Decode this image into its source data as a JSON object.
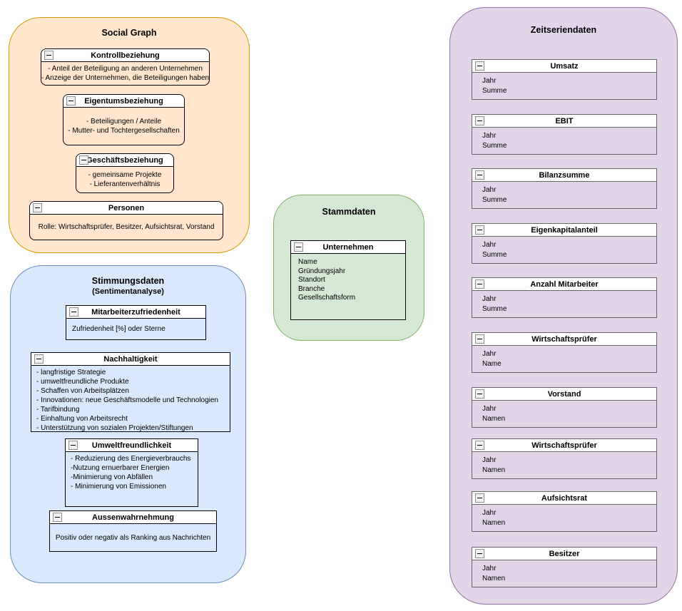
{
  "colors": {
    "social_fill": "#FFE6CC",
    "social_stroke": "#D79B00",
    "stimmung_fill": "#DAE8FC",
    "stimmung_stroke": "#6C8EBF",
    "stamm_fill": "#D5E8D4",
    "stamm_stroke": "#82B366",
    "zeit_fill": "#E1D5E7",
    "zeit_stroke": "#9673A6"
  },
  "social": {
    "title": "Social Graph",
    "kontroll": {
      "title": "Kontrollbeziehung",
      "lines": [
        "- Anteil der Beteiligung an anderen Unternehmen",
        "- Anzeige der Unternehmen, die Beteiligungen haben"
      ]
    },
    "eigentum": {
      "title": "Eigentumsbeziehung",
      "lines": [
        "- Beteiligungen / Anteile",
        "- Mutter- und Tochtergesellschaften"
      ]
    },
    "geschaeft": {
      "title": "Geschäftsbeziehung",
      "lines": [
        "- gemeinsame Projekte",
        "- Lieferantenverhältnis"
      ]
    },
    "personen": {
      "title": "Personen",
      "lines": [
        "Rolle: Wirtschaftsprüfer, Besitzer, Aufsichtsrat, Vorstand"
      ]
    }
  },
  "stimmung": {
    "title": "Stimmungsdaten",
    "subtitle": "(Sentimentanalyse)",
    "mitarbeiter": {
      "title": "Mitarbeiterzufriedenheit",
      "lines": [
        "Zufriedenheit [%] oder Sterne"
      ]
    },
    "nachhaltigkeit": {
      "title": "Nachhaltigkeit",
      "lines": [
        "- langfristige Strategie",
        "- umweltfreundliche Produkte",
        "- Schaffen von Arbeitsplätzen",
        "- Innovationen: neue Geschäftsmodelle und Technologien",
        "- Tarifbindung",
        "- Einhaltung von Arbeitsrecht",
        "- Unterstützung von sozialen Projekten/Stiftungen"
      ]
    },
    "umwelt": {
      "title": "Umweltfreundlichkeit",
      "lines": [
        "- Reduzierung des Energieverbrauchs",
        "-Nutzung ernuerbarer Energien",
        "-Minimierung von Abfällen",
        "- Minimierung von Emissionen"
      ]
    },
    "aussen": {
      "title": "Aussenwahrnehmung",
      "lines": [
        "Positiv oder negativ als Ranking aus Nachrichten"
      ]
    }
  },
  "stamm": {
    "title": "Stammdaten",
    "unternehmen": {
      "title": "Unternehmen",
      "lines": [
        "Name",
        "Gründungsjahr",
        "Standort",
        "Branche",
        "Gesellschaftsform"
      ]
    }
  },
  "zeit": {
    "title": "Zeitseriendaten",
    "boxes": [
      {
        "title": "Umsatz",
        "lines": [
          "Jahr",
          "Summe"
        ]
      },
      {
        "title": "EBIT",
        "lines": [
          "Jahr",
          "Summe"
        ]
      },
      {
        "title": "Bilanzsumme",
        "lines": [
          "Jahr",
          "Summe"
        ]
      },
      {
        "title": "Eigenkapitalanteil",
        "lines": [
          "Jahr",
          "Summe"
        ]
      },
      {
        "title": "Anzahl Mitarbeiter",
        "lines": [
          "Jahr",
          "Summe"
        ]
      },
      {
        "title": "Wirtschaftsprüfer",
        "lines": [
          "Jahr",
          "Name"
        ]
      },
      {
        "title": "Vorstand",
        "lines": [
          "Jahr",
          "Namen"
        ]
      },
      {
        "title": "Wirtschaftsprüfer",
        "lines": [
          "Jahr",
          "Namen"
        ]
      },
      {
        "title": "Aufsichtsrat",
        "lines": [
          "Jahr",
          "Namen"
        ]
      },
      {
        "title": "Besitzer",
        "lines": [
          "Jahr",
          "Namen"
        ]
      }
    ]
  }
}
